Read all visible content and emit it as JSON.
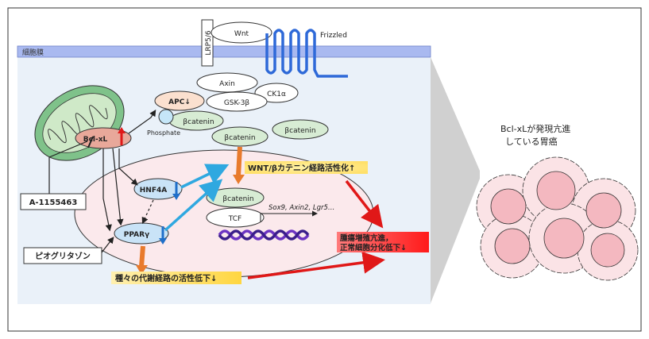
{
  "membrane": {
    "label": "細胞膜"
  },
  "receptors": {
    "lrp": "LRP5/6",
    "wnt": "Wnt",
    "frizzled": "Frizzled"
  },
  "complex": {
    "axin": "Axin",
    "ck1a": "CK1α",
    "apc": "APC↓",
    "gsk": "GSK-3β",
    "bcat": "βcatenin",
    "phosphate": "Phosphate"
  },
  "cytosol": {
    "bcat1": "βcatenin",
    "bcat2": "βcatenin"
  },
  "mito": {
    "bclxl": "Bcl-xL"
  },
  "nucleus": {
    "hnf4a": "HNF4A",
    "ppar": "PPARγ",
    "bcat": "βcatenin",
    "tcf": "TCF",
    "genes": "Sox9, Axin2, Lgr5…"
  },
  "drugs": {
    "a1155463": "A-1155463",
    "pioglitazone": "ピオグリタゾン"
  },
  "labels": {
    "wnt_activation": "WNT/βカテニン経路活性化↑",
    "tumor": "腫瘍増殖亢進，",
    "tumor2": "正常細胞分化低下↓",
    "metabolic": "種々の代謝経路の活性低下↓"
  },
  "cancer": {
    "line1": "Bcl-xLが発現亢進",
    "line2": "している胃癌"
  }
}
